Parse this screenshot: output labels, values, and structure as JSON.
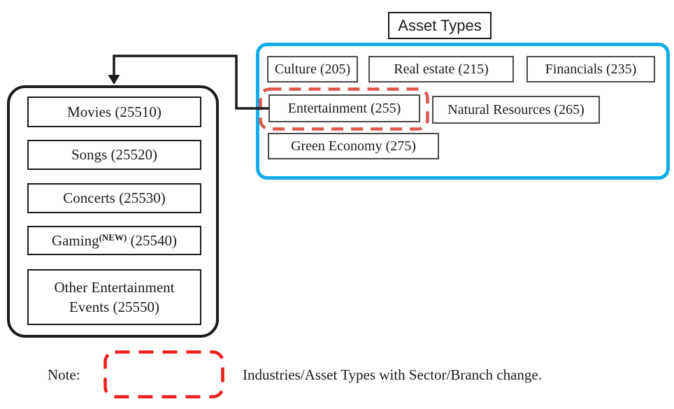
{
  "title_box": {
    "label": "Asset Types"
  },
  "asset_types": {
    "panel_border_color": "#14ace8",
    "highlight_border_color": "#e0564c",
    "culture": "Culture (205)",
    "real_estate": "Real estate (215)",
    "financials": "Financials (235)",
    "entertainment": "Entertainment (255)",
    "natural_resources": "Natural Resources (265)",
    "green_economy": "Green Economy (275)"
  },
  "industries": {
    "movies": "Movies (25510)",
    "songs": "Songs (25520)",
    "concerts": "Concerts (25530)",
    "gaming_base": "Gaming",
    "gaming_sup": "(NEW)",
    "gaming_code": " (25540)",
    "other_events": "Other Entertainment Events (25550)"
  },
  "note": {
    "label": "Note:",
    "legend_border_color": "#ee1c1c",
    "text": "Industries/Asset Types with Sector/Branch change."
  }
}
